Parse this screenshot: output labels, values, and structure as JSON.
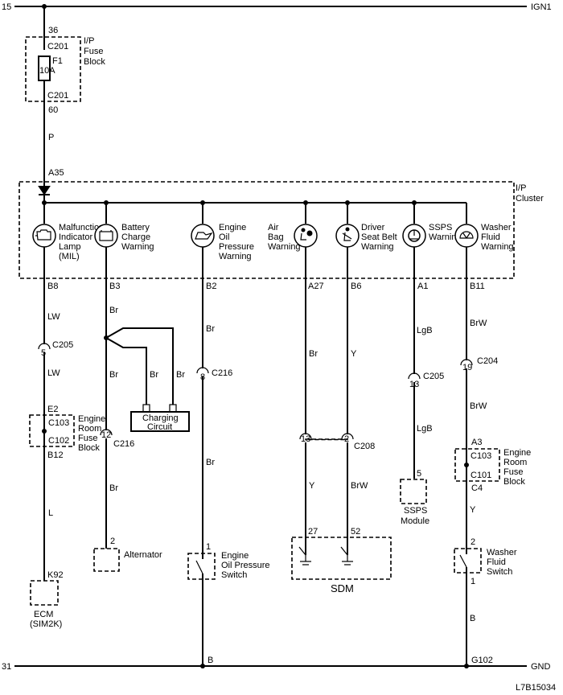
{
  "rails": {
    "top_left": "15",
    "top_right": "IGN1",
    "bottom_left": "31",
    "bottom_right": "GND",
    "ground_pin_B": "B",
    "ground_point": "G102"
  },
  "fuse": {
    "pin_top": "36",
    "conn_top": "C201",
    "name": "F1",
    "rating": "10A",
    "conn_bottom": "C201",
    "pin_bottom": "60",
    "block_line1": "I/P",
    "block_line2": "Fuse",
    "block_line3": "Block",
    "wire": "P"
  },
  "cluster": {
    "pin_in": "A35",
    "label_line1": "I/P",
    "label_line2": "Cluster"
  },
  "lamps": [
    {
      "lines": [
        "Malfunction",
        "Indicator",
        "Lamp",
        "(MIL)"
      ],
      "pin": "B8",
      "icon": "engine-icon"
    },
    {
      "lines": [
        "Battery",
        "Charge",
        "Warning"
      ],
      "pin": "B3",
      "icon": "battery-icon"
    },
    {
      "lines": [
        "Engine",
        "Oil",
        "Pressure",
        "Warning"
      ],
      "pin": "B2",
      "icon": "oil-can-icon"
    },
    {
      "lines": [
        "Air",
        "Bag",
        "Warning"
      ],
      "pin": "A27",
      "icon": "airbag-icon"
    },
    {
      "lines": [
        "Driver",
        "Seat Belt",
        "Warning"
      ],
      "pin": "B6",
      "icon": "seat-belt-icon"
    },
    {
      "lines": [
        "SSPS",
        "Warning"
      ],
      "pin": "A1",
      "icon": "steering-icon"
    },
    {
      "lines": [
        "Washer",
        "Fluid",
        "Warning"
      ],
      "pin": "B11",
      "icon": "washer-icon"
    }
  ],
  "mil": {
    "wire1": "LW",
    "conn_pin": "5",
    "conn": "C205",
    "wire2": "LW",
    "pin_e2": "E2",
    "c103": "C103",
    "c102": "C102",
    "pin_b12": "B12",
    "block": [
      "Engine",
      "Room",
      "Fuse",
      "Block"
    ],
    "wire3": "L",
    "ecm_pin": "K92",
    "ecm_line1": "ECM",
    "ecm_line2": "(SIM2K)"
  },
  "battery": {
    "wire1": "Br",
    "wire2": "Br",
    "wire3": "Br",
    "wire4": "Br",
    "charging_line1": "Charging",
    "charging_line2": "Circuit",
    "conn_pin": "12",
    "conn": "C216",
    "wire5": "Br",
    "alt_pin": "2",
    "alt_label": "Alternator"
  },
  "oil": {
    "wire1": "Br",
    "conn_pin": "8",
    "conn": "C216",
    "wire2": "Br",
    "switch_pin": "1",
    "switch_lines": [
      "Engine",
      "Oil Pressure",
      "Switch"
    ]
  },
  "sdm": {
    "wire_airbag": "Br",
    "wire_belt": "Y",
    "pin_airbag": "13",
    "pin_belt": "2",
    "conn": "C208",
    "wire_airbag2": "Y",
    "wire_belt2": "BrW",
    "sdm_pin1": "27",
    "sdm_pin2": "52",
    "label": "SDM"
  },
  "ssps": {
    "wire1": "LgB",
    "conn_pin": "13",
    "conn": "C205",
    "wire2": "LgB",
    "mod_pin": "5",
    "mod_line1": "SSPS",
    "mod_line2": "Module"
  },
  "washer": {
    "wire1": "BrW",
    "conn_pin": "19",
    "conn": "C204",
    "wire2": "BrW",
    "pin_a3": "A3",
    "c103": "C103",
    "c101": "C101",
    "pin_c4": "C4",
    "block": [
      "Engine",
      "Room",
      "Fuse",
      "Block"
    ],
    "wire3": "Y",
    "sw_pin_top": "2",
    "sw_lines": [
      "Washer",
      "Fluid",
      "Switch"
    ],
    "sw_pin_bottom": "1",
    "wire4": "B"
  },
  "diagram_id": "L7B15034"
}
